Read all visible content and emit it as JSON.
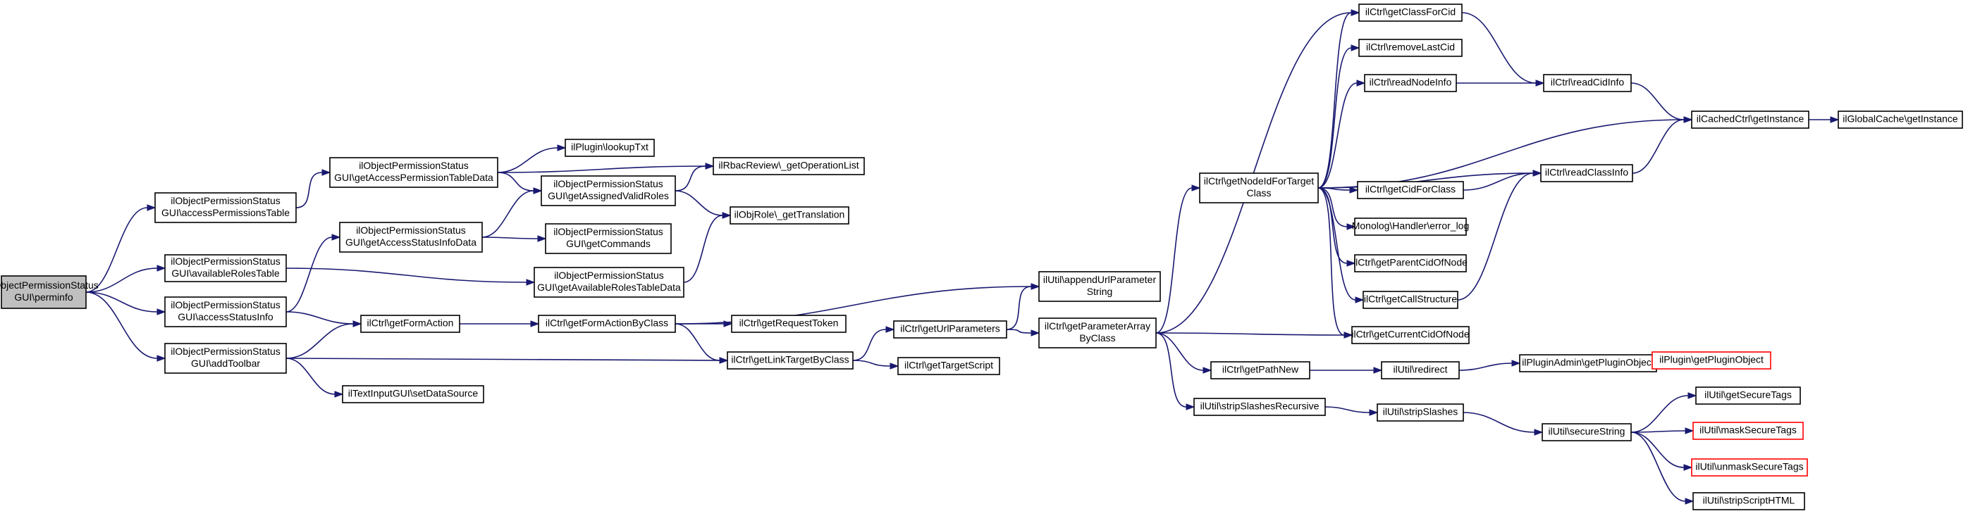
{
  "colors": {
    "edge": "#191970",
    "root_fill": "#bfbfbf",
    "node_border": "#000000",
    "truncated_border": "#ff0000"
  },
  "nodes": [
    {
      "id": "root",
      "lines": [
        "ilObjectPermissionStatus",
        "GUI\\perminfo"
      ],
      "style": "root"
    },
    {
      "id": "aPermTable",
      "lines": [
        "ilObjectPermissionStatus",
        "GUI\\accessPermissionsTable"
      ]
    },
    {
      "id": "availRoles",
      "lines": [
        "ilObjectPermissionStatus",
        "GUI\\availableRolesTable"
      ]
    },
    {
      "id": "accStatusInfo",
      "lines": [
        "ilObjectPermissionStatus",
        "GUI\\accessStatusInfo"
      ]
    },
    {
      "id": "addToolbar",
      "lines": [
        "ilObjectPermissionStatus",
        "GUI\\addToolbar"
      ]
    },
    {
      "id": "getAccPermData",
      "lines": [
        "ilObjectPermissionStatus",
        "GUI\\getAccessPermissionTableData"
      ]
    },
    {
      "id": "getAccStatusData",
      "lines": [
        "ilObjectPermissionStatus",
        "GUI\\getAccessStatusInfoData"
      ]
    },
    {
      "id": "getFormAction",
      "lines": [
        "ilCtrl\\getFormAction"
      ]
    },
    {
      "id": "setDataSource",
      "lines": [
        "ilTextInputGUI\\setDataSource"
      ]
    },
    {
      "id": "lookupTxt",
      "lines": [
        "ilPlugin\\lookupTxt"
      ]
    },
    {
      "id": "getAssignedRoles",
      "lines": [
        "ilObjectPermissionStatus",
        "GUI\\getAssignedValidRoles"
      ]
    },
    {
      "id": "getCommands",
      "lines": [
        "ilObjectPermissionStatus",
        "GUI\\getCommands"
      ]
    },
    {
      "id": "getAvailRolesData",
      "lines": [
        "ilObjectPermissionStatus",
        "GUI\\getAvailableRolesTableData"
      ]
    },
    {
      "id": "getFormActionByClass",
      "lines": [
        "ilCtrl\\getFormActionByClass"
      ]
    },
    {
      "id": "getOpList",
      "lines": [
        "ilRbacReview\\_getOperationList"
      ]
    },
    {
      "id": "getTranslation",
      "lines": [
        "ilObjRole\\_getTranslation"
      ]
    },
    {
      "id": "getRequestToken",
      "lines": [
        "ilCtrl\\getRequestToken"
      ]
    },
    {
      "id": "getLinkTargetByClass",
      "lines": [
        "ilCtrl\\getLinkTargetByClass"
      ]
    },
    {
      "id": "getUrlParameters",
      "lines": [
        "ilCtrl\\getUrlParameters"
      ]
    },
    {
      "id": "getTargetScript",
      "lines": [
        "ilCtrl\\getTargetScript"
      ]
    },
    {
      "id": "appendUrlParam",
      "lines": [
        "ilUtil\\appendUrlParameter",
        "String"
      ]
    },
    {
      "id": "getParamArray",
      "lines": [
        "ilCtrl\\getParameterArray",
        "ByClass"
      ]
    },
    {
      "id": "getNodeId",
      "lines": [
        "ilCtrl\\getNodeIdForTarget",
        "Class"
      ]
    },
    {
      "id": "getPathNew",
      "lines": [
        "ilCtrl\\getPathNew"
      ]
    },
    {
      "id": "stripSlashesRec",
      "lines": [
        "ilUtil\\stripSlashesRecursive"
      ]
    },
    {
      "id": "getClassForCid",
      "lines": [
        "ilCtrl\\getClassForCid"
      ]
    },
    {
      "id": "removeLastCid",
      "lines": [
        "ilCtrl\\removeLastCid"
      ]
    },
    {
      "id": "readNodeInfo",
      "lines": [
        "ilCtrl\\readNodeInfo"
      ]
    },
    {
      "id": "getCidForClass",
      "lines": [
        "ilCtrl\\getCidForClass"
      ]
    },
    {
      "id": "errorLog",
      "lines": [
        "Monolog\\Handler\\error_log"
      ]
    },
    {
      "id": "getParentCid",
      "lines": [
        "ilCtrl\\getParentCidOfNode"
      ]
    },
    {
      "id": "getCallStructure",
      "lines": [
        "ilCtrl\\getCallStructure"
      ]
    },
    {
      "id": "getCurrentCid",
      "lines": [
        "ilCtrl\\getCurrentCidOfNode"
      ]
    },
    {
      "id": "redirect",
      "lines": [
        "ilUtil\\redirect"
      ]
    },
    {
      "id": "stripSlashes",
      "lines": [
        "ilUtil\\stripSlashes"
      ]
    },
    {
      "id": "readCidInfo",
      "lines": [
        "ilCtrl\\readCidInfo"
      ]
    },
    {
      "id": "readClassInfo",
      "lines": [
        "ilCtrl\\readClassInfo"
      ]
    },
    {
      "id": "getPluginObjectAdmin",
      "lines": [
        "ilPluginAdmin\\getPluginObject"
      ]
    },
    {
      "id": "secureString",
      "lines": [
        "ilUtil\\secureString"
      ]
    },
    {
      "id": "cachedCtrl",
      "lines": [
        "ilCachedCtrl\\getInstance"
      ]
    },
    {
      "id": "getPluginObject",
      "lines": [
        "ilPlugin\\getPluginObject"
      ],
      "style": "red"
    },
    {
      "id": "getSecureTags",
      "lines": [
        "ilUtil\\getSecureTags"
      ]
    },
    {
      "id": "maskSecureTags",
      "lines": [
        "ilUtil\\maskSecureTags"
      ],
      "style": "red"
    },
    {
      "id": "unmaskSecureTags",
      "lines": [
        "ilUtil\\unmaskSecureTags"
      ],
      "style": "red"
    },
    {
      "id": "stripScriptHTML",
      "lines": [
        "ilUtil\\stripScriptHTML"
      ]
    },
    {
      "id": "globalCache",
      "lines": [
        "ilGlobalCache\\getInstance"
      ]
    }
  ],
  "edges": [
    [
      "root",
      "aPermTable"
    ],
    [
      "root",
      "availRoles"
    ],
    [
      "root",
      "accStatusInfo"
    ],
    [
      "root",
      "addToolbar"
    ],
    [
      "aPermTable",
      "getAccPermData"
    ],
    [
      "availRoles",
      "getAvailRolesData"
    ],
    [
      "accStatusInfo",
      "getAccStatusData"
    ],
    [
      "accStatusInfo",
      "getFormAction"
    ],
    [
      "addToolbar",
      "getFormAction"
    ],
    [
      "addToolbar",
      "getLinkTargetByClass"
    ],
    [
      "addToolbar",
      "setDataSource"
    ],
    [
      "getAccPermData",
      "lookupTxt"
    ],
    [
      "getAccPermData",
      "getAssignedRoles"
    ],
    [
      "getAccPermData",
      "getOpList"
    ],
    [
      "getAccStatusData",
      "getAssignedRoles"
    ],
    [
      "getAccStatusData",
      "getCommands"
    ],
    [
      "getAssignedRoles",
      "getOpList"
    ],
    [
      "getAssignedRoles",
      "getTranslation"
    ],
    [
      "getAvailRolesData",
      "getTranslation"
    ],
    [
      "getFormAction",
      "getFormActionByClass"
    ],
    [
      "getFormActionByClass",
      "appendUrlParam"
    ],
    [
      "getFormActionByClass",
      "getRequestToken"
    ],
    [
      "getFormActionByClass",
      "getLinkTargetByClass"
    ],
    [
      "getLinkTargetByClass",
      "getUrlParameters"
    ],
    [
      "getLinkTargetByClass",
      "getTargetScript"
    ],
    [
      "getUrlParameters",
      "appendUrlParam"
    ],
    [
      "getUrlParameters",
      "getParamArray"
    ],
    [
      "getParamArray",
      "getClassForCid"
    ],
    [
      "getParamArray",
      "getNodeId"
    ],
    [
      "getParamArray",
      "getCurrentCid"
    ],
    [
      "getParamArray",
      "getPathNew"
    ],
    [
      "getParamArray",
      "stripSlashesRec"
    ],
    [
      "getNodeId",
      "getClassForCid"
    ],
    [
      "getNodeId",
      "removeLastCid"
    ],
    [
      "getNodeId",
      "readNodeInfo"
    ],
    [
      "getNodeId",
      "cachedCtrl"
    ],
    [
      "getNodeId",
      "readClassInfo"
    ],
    [
      "getNodeId",
      "getCidForClass"
    ],
    [
      "getNodeId",
      "errorLog"
    ],
    [
      "getNodeId",
      "getParentCid"
    ],
    [
      "getNodeId",
      "getCallStructure"
    ],
    [
      "getNodeId",
      "getCurrentCid"
    ],
    [
      "getClassForCid",
      "readCidInfo"
    ],
    [
      "readNodeInfo",
      "readCidInfo"
    ],
    [
      "readCidInfo",
      "cachedCtrl"
    ],
    [
      "getCidForClass",
      "readClassInfo"
    ],
    [
      "getCallStructure",
      "readClassInfo"
    ],
    [
      "readClassInfo",
      "cachedCtrl"
    ],
    [
      "cachedCtrl",
      "globalCache"
    ],
    [
      "getPathNew",
      "redirect"
    ],
    [
      "redirect",
      "getPluginObjectAdmin"
    ],
    [
      "getPluginObjectAdmin",
      "getPluginObject"
    ],
    [
      "stripSlashesRec",
      "stripSlashes"
    ],
    [
      "stripSlashes",
      "secureString"
    ],
    [
      "secureString",
      "getSecureTags"
    ],
    [
      "secureString",
      "maskSecureTags"
    ],
    [
      "secureString",
      "unmaskSecureTags"
    ],
    [
      "secureString",
      "stripScriptHTML"
    ]
  ]
}
